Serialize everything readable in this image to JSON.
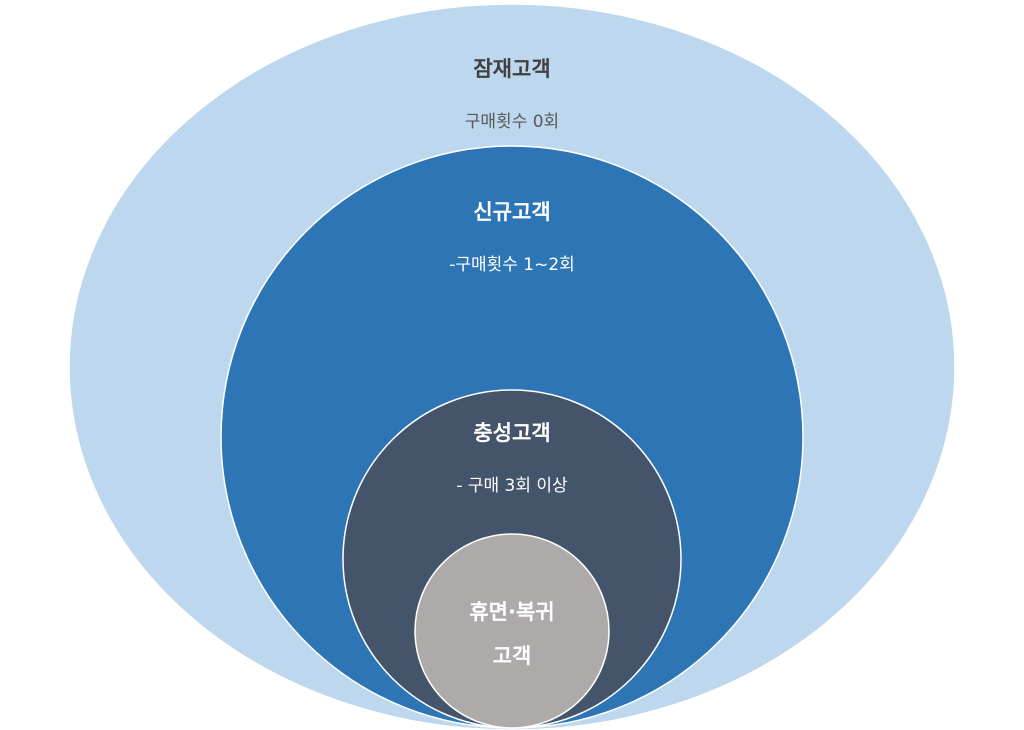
{
  "diagram": {
    "levels": [
      {
        "title": "잠재고객",
        "desc": "구매횟수 0회",
        "fill": "#BDD7EE",
        "text_color": "#404040",
        "desc_color": "#595959"
      },
      {
        "title": "신규고객",
        "desc": "-구매횟수 1~2회",
        "fill": "#2E75B6",
        "text_color": "#FFFFFF",
        "desc_color": "#FFFFFF"
      },
      {
        "title": "충성고객",
        "desc": "- 구매 3회 이상",
        "fill": "#44546A",
        "text_color": "#FFFFFF",
        "desc_color": "#FFFFFF"
      },
      {
        "title_line1": "휴면·복귀",
        "title_line2": "고객",
        "fill": "#AEAAAA",
        "text_color": "#FFFFFF"
      }
    ],
    "outline_color": "#FFFFFF"
  }
}
